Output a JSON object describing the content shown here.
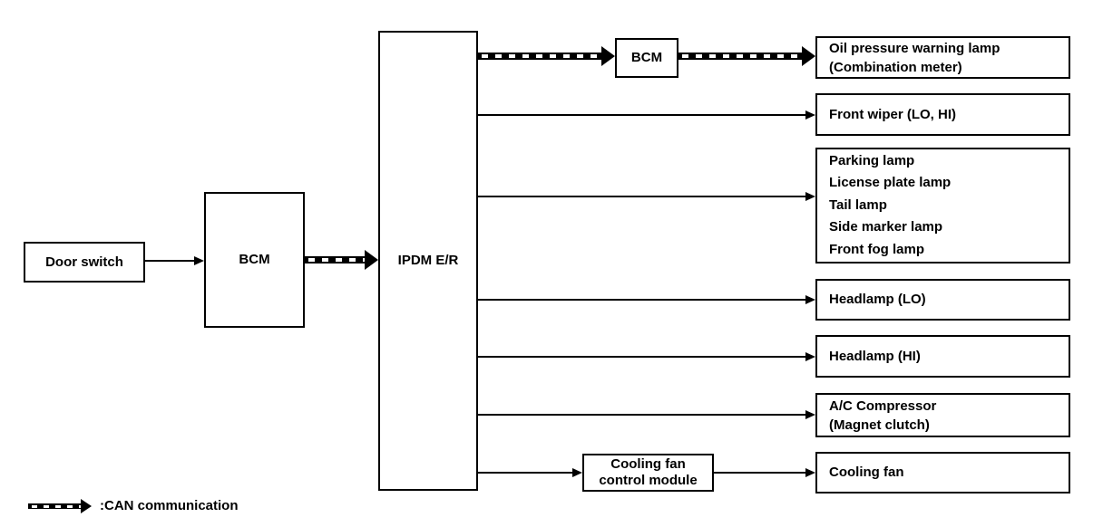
{
  "nodes": {
    "door_switch": {
      "label": "Door switch"
    },
    "bcm_main": {
      "label": "BCM"
    },
    "ipdm": {
      "label": "IPDM E/R"
    },
    "bcm_meter": {
      "label": "BCM"
    },
    "oil_lamp": {
      "lines": [
        "Oil pressure warning lamp",
        "(Combination meter)"
      ]
    },
    "front_wiper": {
      "label": "Front wiper (LO, HI)"
    },
    "lamp_group": {
      "lines": [
        "Parking lamp",
        "License plate lamp",
        "Tail lamp",
        "Side marker lamp",
        "Front fog lamp"
      ]
    },
    "headlamp_lo": {
      "label": "Headlamp (LO)"
    },
    "headlamp_hi": {
      "label": "Headlamp (HI)"
    },
    "ac_compressor": {
      "lines": [
        "A/C Compressor",
        "(Magnet clutch)"
      ]
    },
    "cooling_fan_module": {
      "lines": [
        "Cooling fan",
        "control module"
      ]
    },
    "cooling_fan": {
      "label": "Cooling fan"
    }
  },
  "legend": {
    "symbol": "can-striped-arrow",
    "can_label": ":CAN communication"
  },
  "connections": [
    {
      "from": "Door switch",
      "to": "BCM",
      "type": "signal"
    },
    {
      "from": "BCM",
      "to": "IPDM E/R",
      "type": "can"
    },
    {
      "from": "IPDM E/R",
      "to": "BCM",
      "type": "can"
    },
    {
      "from": "BCM",
      "to": "Oil pressure warning lamp (Combination meter)",
      "type": "can"
    },
    {
      "from": "IPDM E/R",
      "to": "Front wiper (LO, HI)",
      "type": "signal"
    },
    {
      "from": "IPDM E/R",
      "to": "Parking lamp / License plate lamp / Tail lamp / Side marker lamp / Front fog lamp",
      "type": "signal"
    },
    {
      "from": "IPDM E/R",
      "to": "Headlamp (LO)",
      "type": "signal"
    },
    {
      "from": "IPDM E/R",
      "to": "Headlamp (HI)",
      "type": "signal"
    },
    {
      "from": "IPDM E/R",
      "to": "A/C Compressor (Magnet clutch)",
      "type": "signal"
    },
    {
      "from": "IPDM E/R",
      "to": "Cooling fan control module",
      "type": "signal"
    },
    {
      "from": "Cooling fan control module",
      "to": "Cooling fan",
      "type": "signal"
    }
  ],
  "colors": {
    "ink": "#000000",
    "paper": "#ffffff"
  }
}
